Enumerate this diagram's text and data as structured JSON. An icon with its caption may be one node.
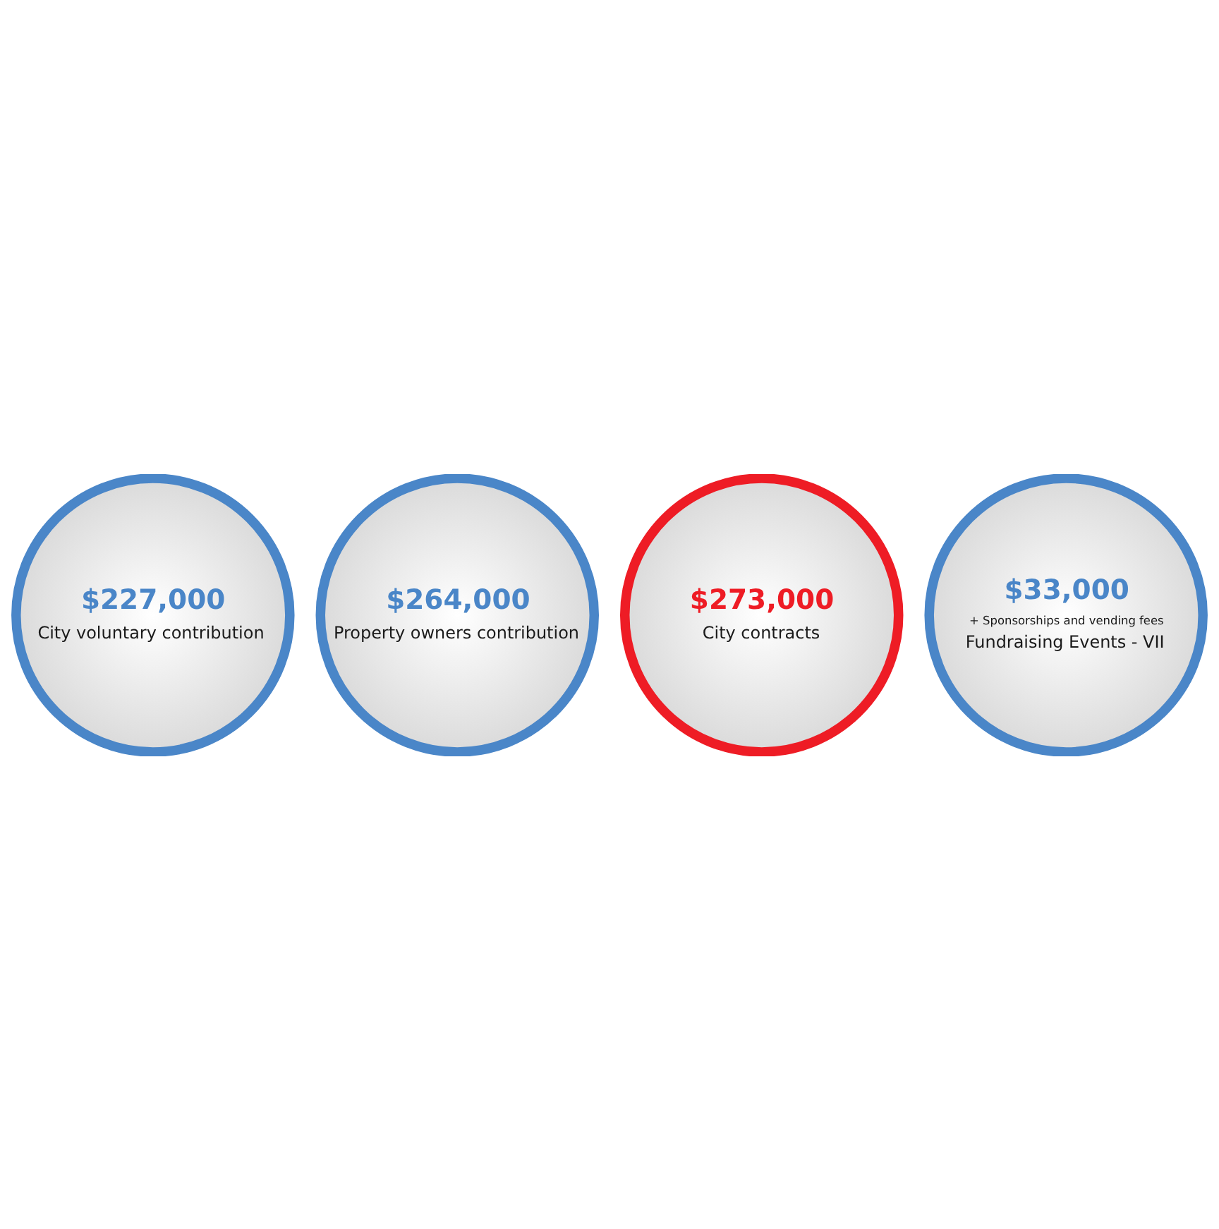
{
  "diagram": {
    "nodes": [
      {
        "text": [
          "$227,000",
          "City voluntary contribution"
        ]
      },
      {
        "text": [
          "$264,000",
          "Property owners contribution"
        ]
      },
      {
        "text": [
          "$273,000",
          "City contracts"
        ]
      },
      {
        "text": [
          "$33,000",
          "+ Sponsorships and vending fees",
          "Fundraising Events - VII"
        ]
      }
    ],
    "edges": []
  }
}
